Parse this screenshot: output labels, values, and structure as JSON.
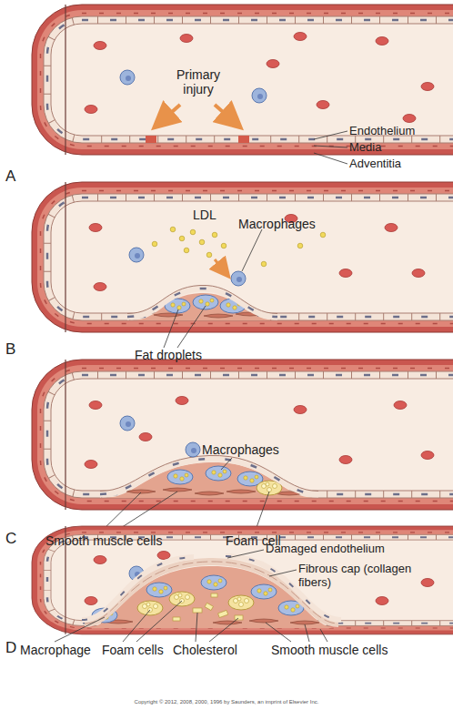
{
  "diagram": {
    "labels": [
      "Primary injury",
      "Endothelium",
      "Media",
      "Adventitia",
      "A",
      "LDL",
      "Macrophages",
      "Fat droplets",
      "B",
      "Macrophages",
      "Smooth muscle cells",
      "Foam cell",
      "C",
      "Damaged endothelium",
      "Fibrous cap (collagen fibers)",
      "D",
      "Macrophage",
      "Foam cells",
      "Cholesterol",
      "Smooth muscle cells",
      "Copyright © 2012, 2008, 2000, 1996 by Saunders, an imprint of Elsevier Inc."
    ]
  }
}
